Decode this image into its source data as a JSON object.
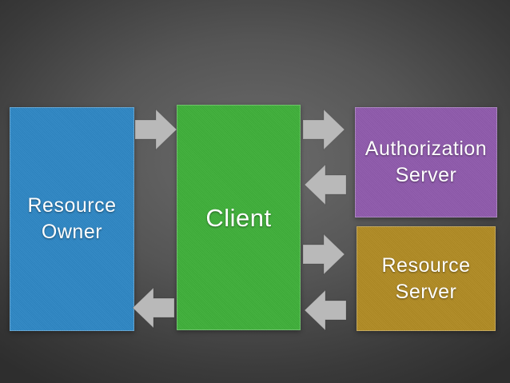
{
  "colors": {
    "resource_owner": "#2f87c4",
    "client": "#3faf3a",
    "authorization_server": "#8f5aac",
    "resource_server": "#b08b24",
    "arrow": "#b9b9b9"
  },
  "boxes": {
    "resource_owner": "Resource\nOwner",
    "client": "Client",
    "authorization_server": "Authorization\nServer",
    "resource_server": "Resource\nServer"
  },
  "arrows": [
    {
      "name": "arrow-owner-to-client",
      "direction": "right"
    },
    {
      "name": "arrow-client-to-owner",
      "direction": "left"
    },
    {
      "name": "arrow-client-to-auth-server",
      "direction": "right"
    },
    {
      "name": "arrow-auth-server-to-client",
      "direction": "left"
    },
    {
      "name": "arrow-client-to-resource-server",
      "direction": "right"
    },
    {
      "name": "arrow-resource-server-to-client",
      "direction": "left"
    }
  ]
}
